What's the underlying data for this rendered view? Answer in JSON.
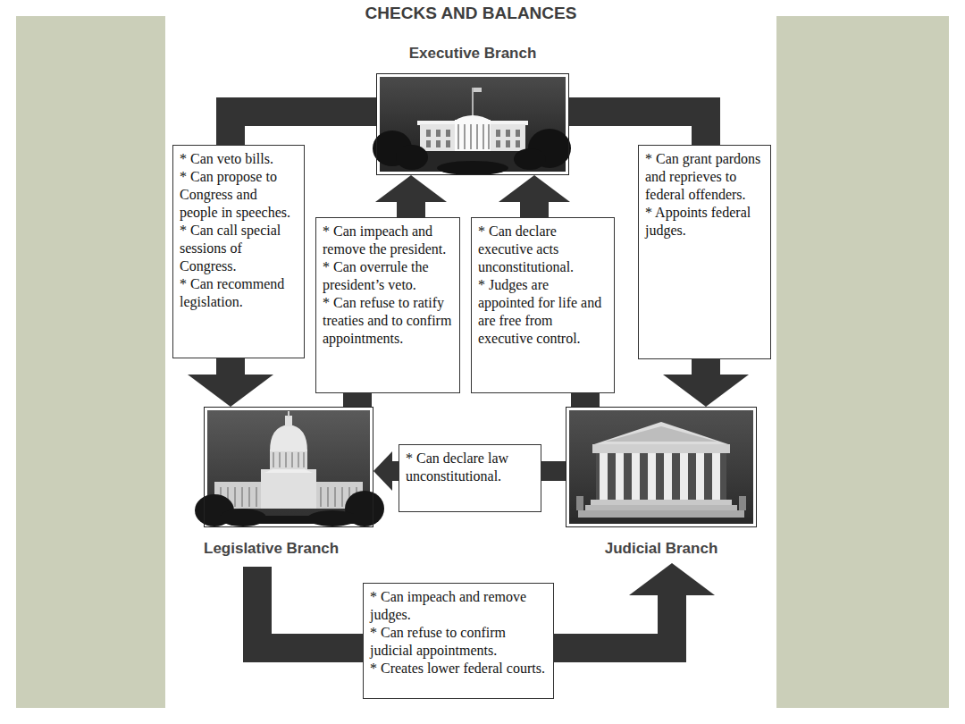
{
  "diagram": {
    "title": "CHECKS AND BALANCES",
    "nodes": [
      {
        "text": [
          "Executive Branch"
        ]
      },
      {
        "text": [
          "* Can veto bills.",
          "* Can propose to Congress and people in speeches.",
          "* Can call special sessions of Congress.",
          "* Can recommend legislation."
        ]
      },
      {
        "text": [
          "* Can impeach and remove the president.",
          "* Can overrule the president’s veto.",
          "* Can refuse to ratify treaties and to confirm appointments."
        ]
      },
      {
        "text": [
          "* Can declare executive acts unconstitutional.",
          "* Judges are appointed for life and are free from executive control."
        ]
      },
      {
        "text": [
          "* Can grant pardons and reprieves to federal offenders.",
          "* Appoints federal judges."
        ]
      },
      {
        "text": [
          "Legislative Branch"
        ]
      },
      {
        "text": [
          "* Can declare law unconstitutional."
        ]
      },
      {
        "text": [
          "Judicial Branch"
        ]
      },
      {
        "text": [
          "* Can impeach and remove judges.",
          "* Can refuse to confirm judicial appointments.",
          "* Creates lower federal courts."
        ]
      }
    ],
    "edges": [
      {
        "from": 0,
        "to": 1,
        "arrow": "none"
      },
      {
        "from": 1,
        "to": 5,
        "arrow": "to"
      },
      {
        "from": 5,
        "to": 2,
        "arrow": "none"
      },
      {
        "from": 2,
        "to": 0,
        "arrow": "to"
      },
      {
        "from": 7,
        "to": 3,
        "arrow": "none"
      },
      {
        "from": 3,
        "to": 0,
        "arrow": "to"
      },
      {
        "from": 0,
        "to": 4,
        "arrow": "none"
      },
      {
        "from": 4,
        "to": 7,
        "arrow": "to"
      },
      {
        "from": 7,
        "to": 6,
        "arrow": "none"
      },
      {
        "from": 6,
        "to": 5,
        "arrow": "to"
      },
      {
        "from": 5,
        "to": 8,
        "arrow": "none"
      },
      {
        "from": 8,
        "to": 7,
        "arrow": "to"
      }
    ]
  }
}
